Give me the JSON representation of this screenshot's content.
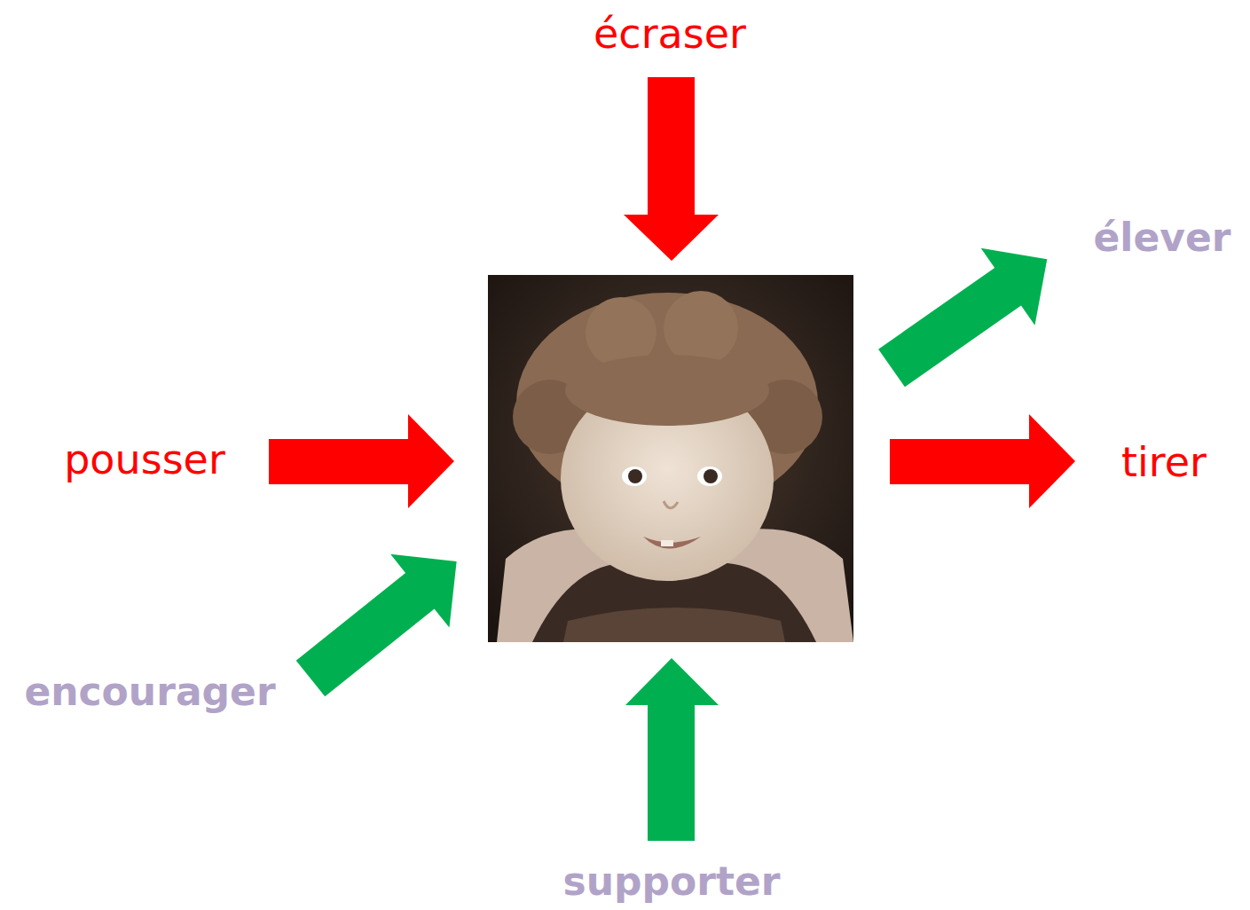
{
  "diagram": {
    "labels": [
      "écraser",
      "élever",
      "pousser",
      "tirer",
      "encourager",
      "supporter"
    ]
  }
}
